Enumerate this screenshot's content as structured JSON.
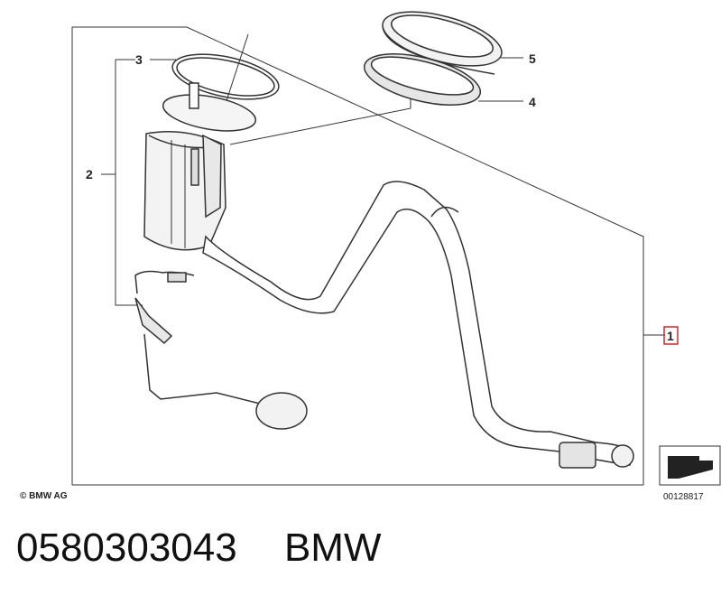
{
  "diagram": {
    "callouts": [
      {
        "id": "1",
        "label": "1",
        "highlight_color": "#d9252b"
      },
      {
        "id": "2",
        "label": "2"
      },
      {
        "id": "3",
        "label": "3"
      },
      {
        "id": "4",
        "label": "4"
      },
      {
        "id": "5",
        "label": "5"
      }
    ],
    "copyright": "© BMW AG",
    "drawing_number": "00128817"
  },
  "caption": {
    "part_number": "0580303043",
    "brand": "BMW"
  }
}
